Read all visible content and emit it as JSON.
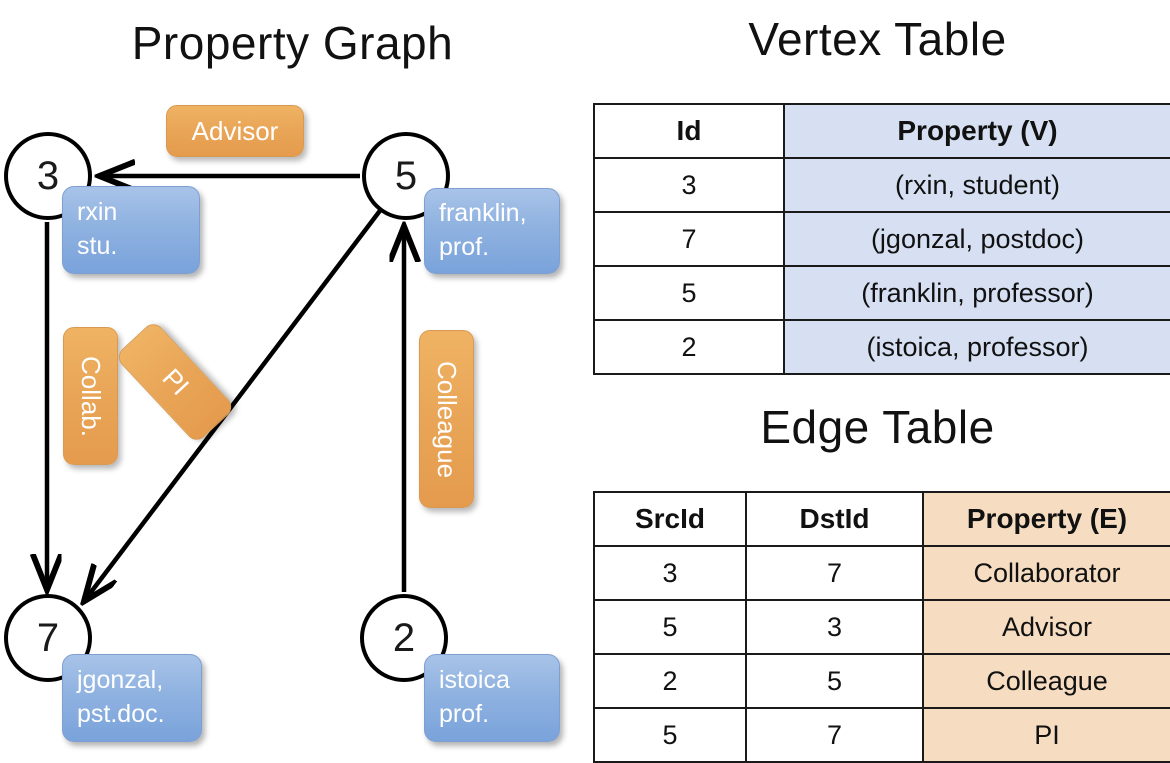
{
  "titles": {
    "graph": "Property Graph",
    "vertex_table": "Vertex Table",
    "edge_table": "Edge Table"
  },
  "graph": {
    "nodes": [
      {
        "id": "3",
        "property_label": "rxin\nstu."
      },
      {
        "id": "5",
        "property_label": "franklin,\nprof."
      },
      {
        "id": "7",
        "property_label": "jgonzal,\npst.doc."
      },
      {
        "id": "2",
        "property_label": "istoica\nprof."
      }
    ],
    "node_labels": {
      "n3": "3",
      "n5": "5",
      "n7": "7",
      "n2": "2"
    },
    "callouts": {
      "rxin_line1": "rxin",
      "rxin_line2": "stu.",
      "franklin_line1": "franklin,",
      "franklin_line2": "prof.",
      "jgonzal_line1": "jgonzal,",
      "jgonzal_line2": "pst.doc.",
      "istoica_line1": "istoica",
      "istoica_line2": "prof."
    },
    "edge_labels": {
      "advisor": "Advisor",
      "collab": "Collab.",
      "pi": "PI",
      "colleague": "Colleague"
    },
    "edges": [
      {
        "from": "5",
        "to": "3",
        "label": "Advisor"
      },
      {
        "from": "3",
        "to": "7",
        "label": "Collab."
      },
      {
        "from": "5",
        "to": "7",
        "label": "PI"
      },
      {
        "from": "2",
        "to": "5",
        "label": "Colleague"
      }
    ]
  },
  "vertex_table": {
    "headers": [
      "Id",
      "Property (V)"
    ],
    "rows": [
      {
        "id": "3",
        "property": "(rxin, student)"
      },
      {
        "id": "7",
        "property": "(jgonzal, postdoc)"
      },
      {
        "id": "5",
        "property": "(franklin, professor)"
      },
      {
        "id": "2",
        "property": "(istoica, professor)"
      }
    ]
  },
  "edge_table": {
    "headers": [
      "SrcId",
      "DstId",
      "Property (E)"
    ],
    "rows": [
      {
        "src": "3",
        "dst": "7",
        "property": "Collaborator"
      },
      {
        "src": "5",
        "dst": "3",
        "property": "Advisor"
      },
      {
        "src": "2",
        "dst": "5",
        "property": "Colleague"
      },
      {
        "src": "5",
        "dst": "7",
        "property": "PI"
      }
    ]
  },
  "colors": {
    "vertex_property_fill": "#d6e0f2",
    "edge_property_fill": "#f6ddc2",
    "callout_blue": "#8fb2e0",
    "label_orange": "#e9a557",
    "stroke": "#000000"
  }
}
